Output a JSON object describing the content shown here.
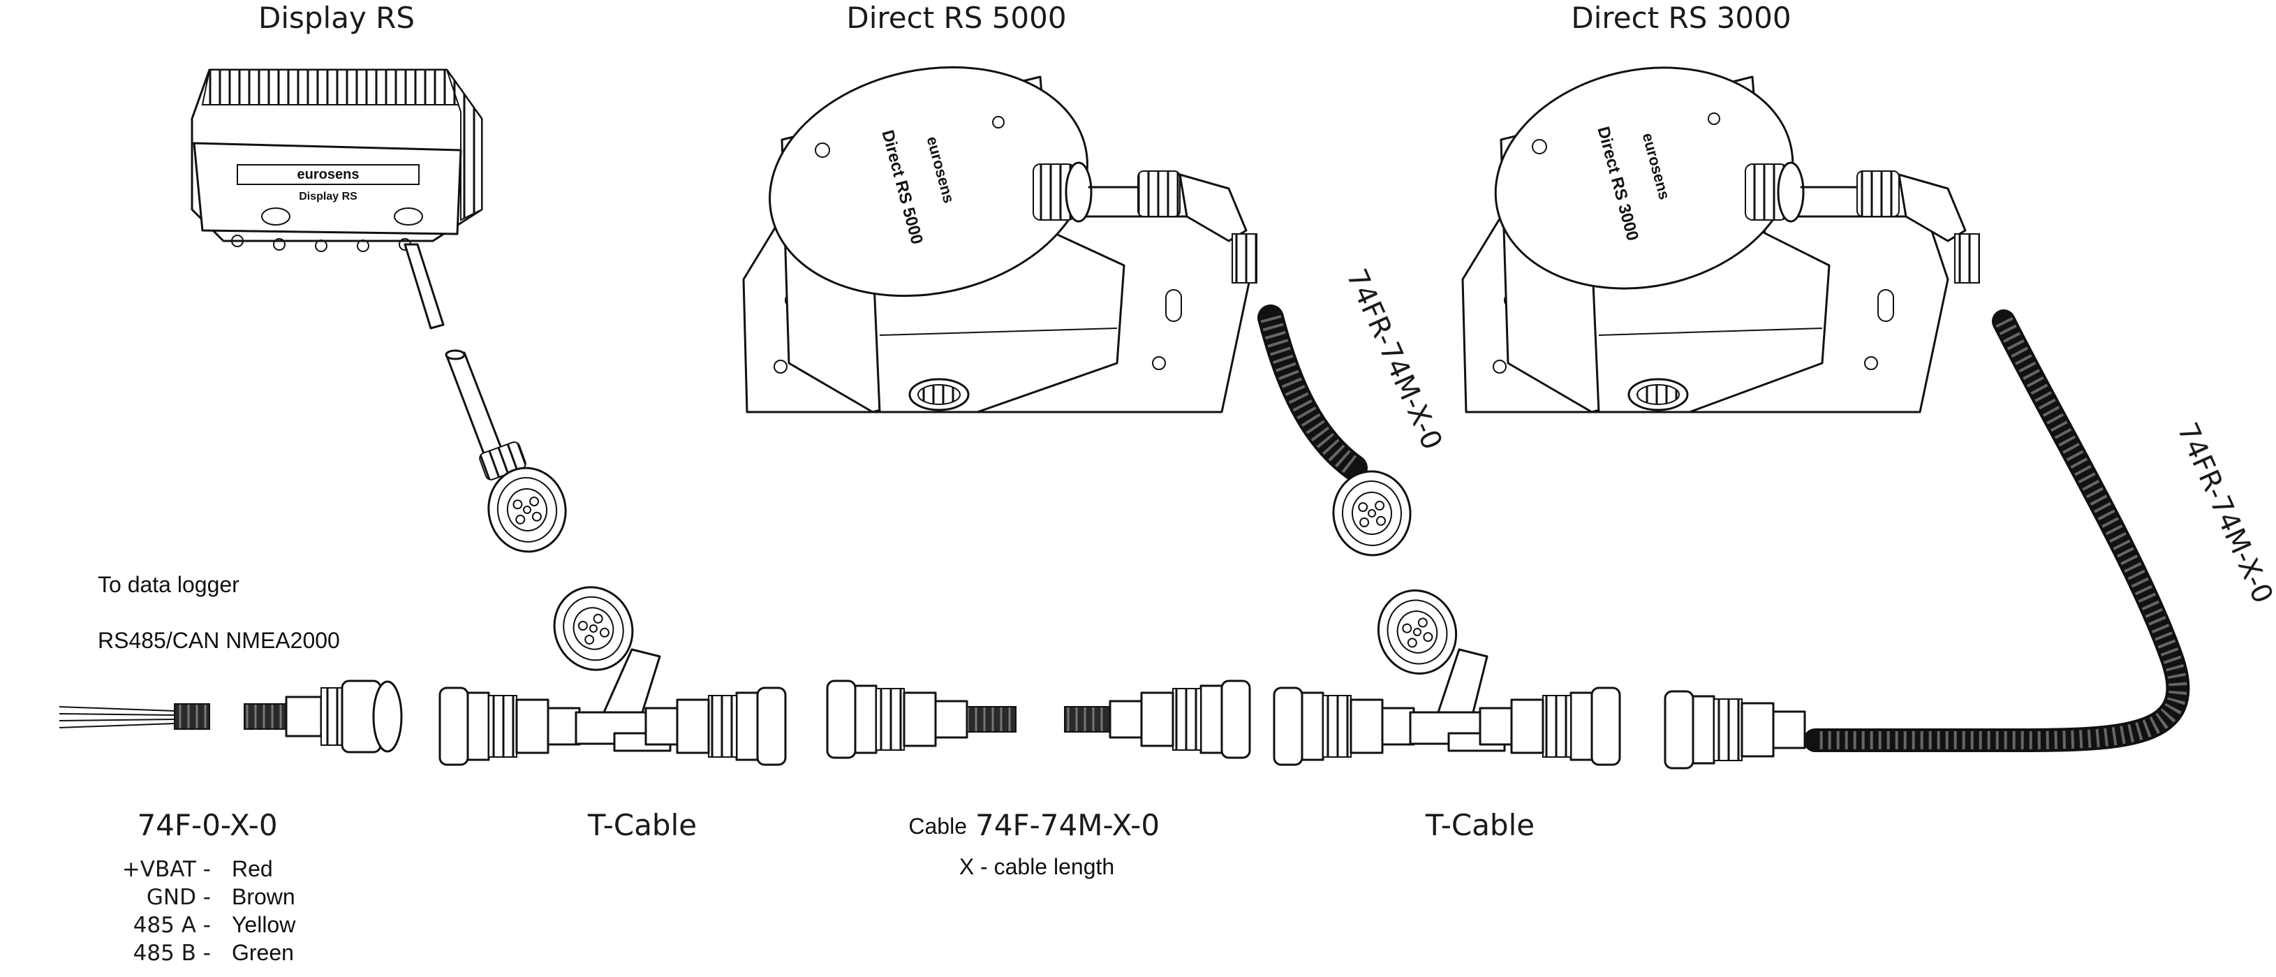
{
  "titles": {
    "display_rs": "Display RS",
    "direct_rs_5000": "Direct RS 5000",
    "direct_rs_3000": "Direct RS 3000"
  },
  "device_labels": {
    "display_brand": "eurosens",
    "display_name": "Display RS",
    "rs5000_brand": "eurosens",
    "rs5000_name": "Direct RS 5000",
    "rs3000_brand": "eurosens",
    "rs3000_name": "Direct RS 3000"
  },
  "cable_labels": {
    "rs5000_cable": "74FR-74M-X-0",
    "rs3000_cable": "74FR-74M-X-0"
  },
  "data_logger": {
    "line1": "To data logger",
    "line2": "RS485/CAN NMEA2000"
  },
  "bottom_labels": {
    "power_cable": "74F-0-X-0",
    "t_cable_left": "T-Cable",
    "cable_prefix": "Cable",
    "cable_code": "74F-74M-X-0",
    "cable_note": "X - cable length",
    "t_cable_right": "T-Cable"
  },
  "pinout": [
    {
      "pin": "+VBAT -",
      "color": "Red"
    },
    {
      "pin": "GND -",
      "color": "Brown"
    },
    {
      "pin": "485 A -",
      "color": "Yellow"
    },
    {
      "pin": "485 B -",
      "color": "Green"
    }
  ]
}
